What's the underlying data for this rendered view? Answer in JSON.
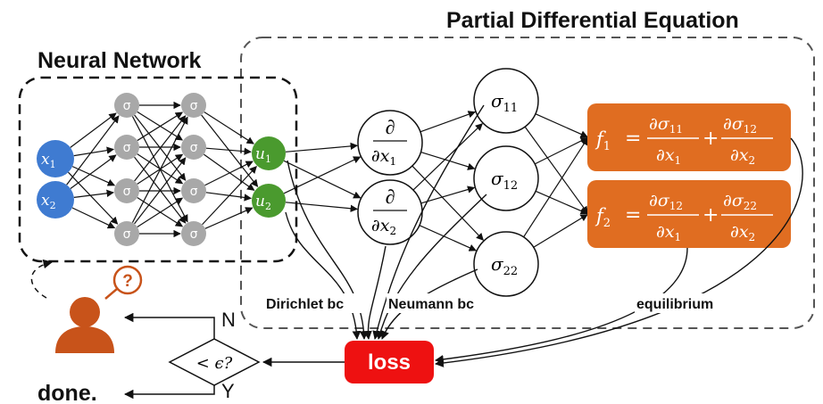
{
  "titles": {
    "neural_network": "Neural Network",
    "pde": "Partial Differential Equation"
  },
  "inputs": [
    {
      "sym": "x",
      "sub": "1"
    },
    {
      "sym": "x",
      "sub": "2"
    }
  ],
  "hidden_label": "σ",
  "outputs": [
    {
      "sym": "u",
      "sub": "1"
    },
    {
      "sym": "u",
      "sub": "2"
    }
  ],
  "derivatives": [
    {
      "top": "∂",
      "bottom": "∂x",
      "sub": "1"
    },
    {
      "top": "∂",
      "bottom": "∂x",
      "sub": "2"
    }
  ],
  "stresses": [
    {
      "sym": "σ",
      "sub": "11"
    },
    {
      "sym": "σ",
      "sub": "12"
    },
    {
      "sym": "σ",
      "sub": "22"
    }
  ],
  "equations": [
    {
      "lhs": "f",
      "lhs_sub": "1",
      "eq": "=",
      "plus": "+",
      "t1_num": "∂σ",
      "t1_num_sub": "11",
      "t1_den": "∂x",
      "t1_den_sub": "1",
      "t2_num": "∂σ",
      "t2_num_sub": "12",
      "t2_den": "∂x",
      "t2_den_sub": "2"
    },
    {
      "lhs": "f",
      "lhs_sub": "2",
      "eq": "=",
      "plus": "+",
      "t1_num": "∂σ",
      "t1_num_sub": "12",
      "t1_den": "∂x",
      "t1_den_sub": "1",
      "t2_num": "∂σ",
      "t2_num_sub": "22",
      "t2_den": "∂x",
      "t2_den_sub": "2"
    }
  ],
  "labels": {
    "dirichlet": "Dirichlet bc",
    "neumann": "Neumann bc",
    "equilibrium": "equilibrium",
    "loss": "loss",
    "decision": "< ϵ?",
    "no": "N",
    "yes": "Y",
    "done": "done.",
    "question": "?"
  },
  "colors": {
    "input_node": "#3f7bd1",
    "hidden_node": "#a8a8a8",
    "output_node": "#4a9a2e",
    "equation_box": "#e06d21",
    "loss_box": "#ee1111",
    "user_icon": "#c8531a"
  }
}
